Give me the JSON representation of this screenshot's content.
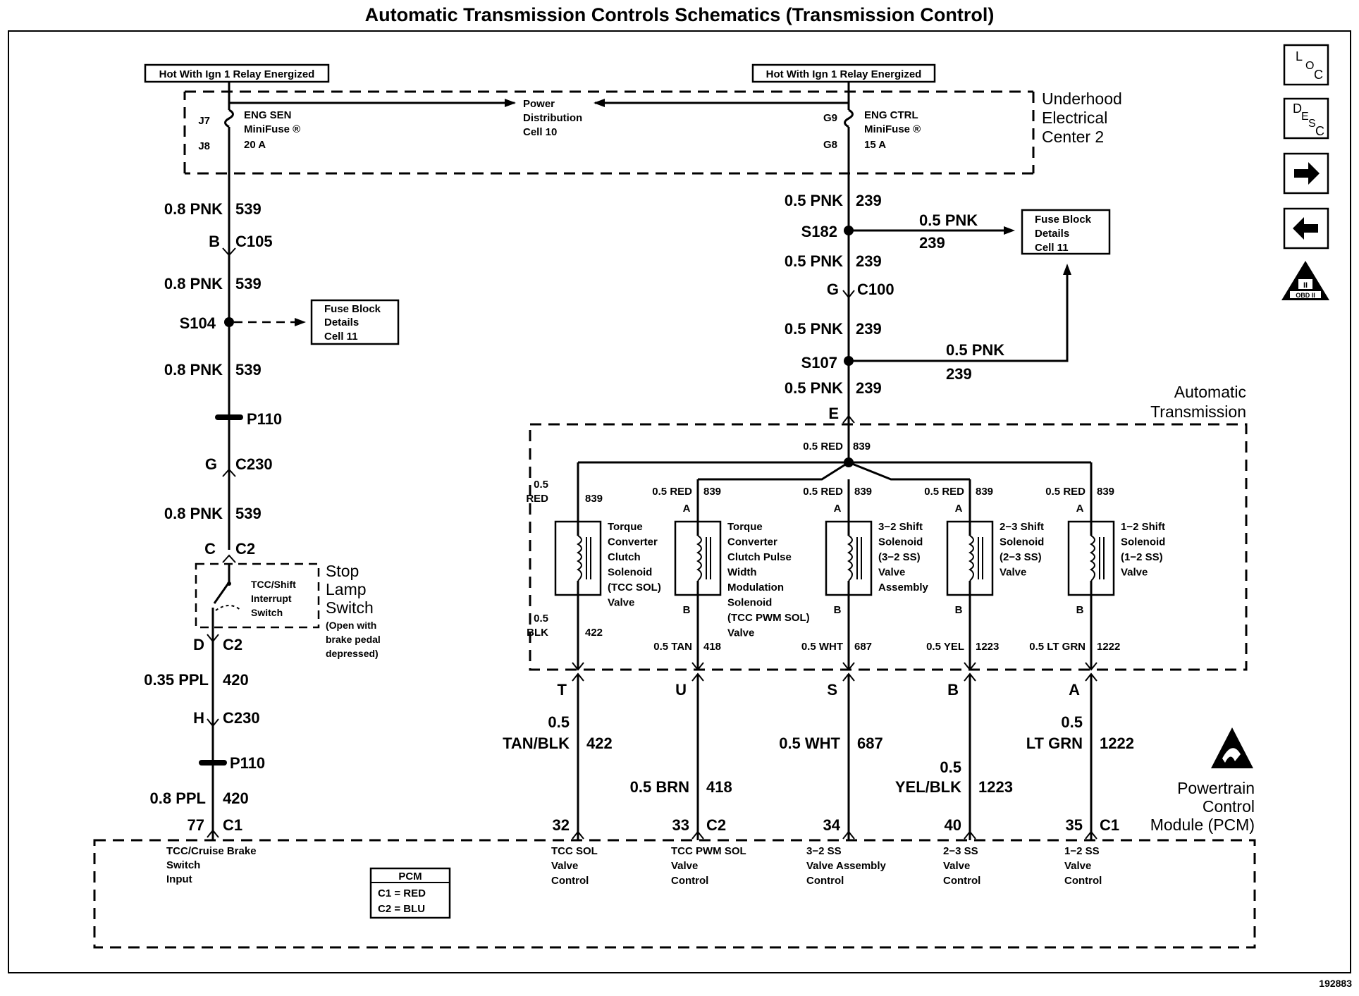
{
  "title": "Automatic Transmission Controls Schematics (Transmission Control)",
  "figure_number": "192883",
  "nav_icons": [
    {
      "name": "loc-icon",
      "top": "L",
      "mid": "O",
      "bot": "C"
    },
    {
      "name": "desc-icon",
      "top": "D",
      "mid": "E",
      "bot2": "S",
      "bot": "C"
    },
    {
      "name": "arrow-right-icon"
    },
    {
      "name": "arrow-left-icon"
    },
    {
      "name": "obd-ii-icon",
      "label": "OBD II"
    }
  ],
  "hot_labels": {
    "left": "Hot With Ign 1 Relay Energized",
    "right": "Hot With Ign 1 Relay Energized"
  },
  "underhood": {
    "line1": "Underhood",
    "line2": "Electrical",
    "line3": "Center 2"
  },
  "power_dist": {
    "l1": "Power",
    "l2": "Distribution",
    "l3": "Cell 10"
  },
  "fuse_left": {
    "pin_top": "J7",
    "pin_bot": "J8",
    "l1": "ENG SEN",
    "l2": "MiniFuse ®",
    "l3": "20 A"
  },
  "fuse_right": {
    "pin_top": "G9",
    "pin_bot": "G8",
    "l1": "ENG CTRL",
    "l2": "MiniFuse ®",
    "l3": "15 A"
  },
  "left_circuit": {
    "w1_color": "0.8 PNK",
    "w1_num": "539",
    "c105_pin": "B",
    "c105": "C105",
    "w2_color": "0.8 PNK",
    "w2_num": "539",
    "s104": "S104",
    "fb1": {
      "l1": "Fuse Block",
      "l2": "Details",
      "l3": "Cell 11"
    },
    "w3_color": "0.8 PNK",
    "w3_num": "539",
    "p110a": "P110",
    "c230a_pin": "G",
    "c230a": "C230",
    "w4_color": "0.8 PNK",
    "w4_num": "539",
    "c2a_pin": "C",
    "c2a": "C2",
    "switch_l1": "TCC/Shift",
    "switch_l2": "Interrupt",
    "switch_l3": "Switch",
    "stop1": "Stop",
    "stop2": "Lamp",
    "stop3": "Switch",
    "stop_note1": "(Open with",
    "stop_note2": "brake pedal",
    "stop_note3": "depressed)",
    "c2b_pin": "D",
    "c2b": "C2",
    "w5_color": "0.35 PPL",
    "w5_num": "420",
    "c230b_pin": "H",
    "c230b": "C230",
    "p110b": "P110",
    "w6_color": "0.8 PPL",
    "w6_num": "420",
    "pcm_pin": "77",
    "pcm_conn": "C1"
  },
  "right_circuit": {
    "w1_color": "0.5 PNK",
    "w1_num": "239",
    "s182": "S182",
    "branch1_color": "0.5 PNK",
    "branch1_num": "239",
    "fb2": {
      "l1": "Fuse Block",
      "l2": "Details",
      "l3": "Cell 11"
    },
    "w2_color": "0.5 PNK",
    "w2_num": "239",
    "c100_pin": "G",
    "c100": "C100",
    "w3_color": "0.5 PNK",
    "w3_num": "239",
    "s107": "S107",
    "branch2_color": "0.5 PNK",
    "branch2_num": "239",
    "w4_color": "0.5 PNK",
    "w4_num": "239",
    "e_pin": "E",
    "at_l1": "Automatic",
    "at_l2": "Transmission",
    "trunk_color": "0.5 RED",
    "trunk_num": "839"
  },
  "solenoids": [
    {
      "top_color": "0.5",
      "top_color2": "RED",
      "top_num": "839",
      "top_pin": "",
      "bot_pin": "",
      "bot_color": "0.5",
      "bot_color2": "BLK",
      "bot_num": "422",
      "label": [
        "Torque",
        "Converter",
        "Clutch",
        "Solenoid",
        "(TCC SOL)",
        "Valve"
      ],
      "conn_pin": "T",
      "ext_color1": "0.5",
      "ext_color2": "TAN/BLK",
      "ext_num": "422",
      "pcm_pin": "32",
      "pcm_conn": "",
      "pcm_label": [
        "TCC SOL",
        "Valve",
        "Control"
      ]
    },
    {
      "top_color": "0.5 RED",
      "top_num": "839",
      "top_pin": "A",
      "bot_pin": "B",
      "bot_color": "0.5 TAN",
      "bot_num": "418",
      "label": [
        "Torque",
        "Converter",
        "Clutch Pulse",
        "Width",
        "Modulation",
        "Solenoid",
        "(TCC PWM SOL)",
        "Valve"
      ],
      "conn_pin": "U",
      "ext_color1": "",
      "ext_color2": "0.5 BRN",
      "ext_num": "418",
      "pcm_pin": "33",
      "pcm_conn": "C2",
      "pcm_label": [
        "TCC PWM SOL",
        "Valve",
        "Control"
      ]
    },
    {
      "top_color": "0.5 RED",
      "top_num": "839",
      "top_pin": "A",
      "bot_pin": "B",
      "bot_color": "0.5 WHT",
      "bot_num": "687",
      "label": [
        "3−2 Shift",
        "Solenoid",
        "(3−2 SS)",
        "Valve",
        "Assembly"
      ],
      "conn_pin": "S",
      "ext_color1": "",
      "ext_color2": "0.5 WHT",
      "ext_num": "687",
      "pcm_pin": "34",
      "pcm_conn": "",
      "pcm_label": [
        "3−2 SS",
        "Valve Assembly",
        "Control"
      ]
    },
    {
      "top_color": "0.5 RED",
      "top_num": "839",
      "top_pin": "A",
      "bot_pin": "B",
      "bot_color": "0.5 YEL",
      "bot_num": "1223",
      "label": [
        "2−3 Shift",
        "Solenoid",
        "(2−3 SS)",
        "Valve"
      ],
      "conn_pin": "B",
      "ext_color1": "0.5",
      "ext_color2": "YEL/BLK",
      "ext_num": "1223",
      "pcm_pin": "40",
      "pcm_conn": "",
      "pcm_label": [
        "2−3 SS",
        "Valve",
        "Control"
      ]
    },
    {
      "top_color": "0.5 RED",
      "top_num": "839",
      "top_pin": "A",
      "bot_pin": "B",
      "bot_color": "0.5 LT GRN",
      "bot_num": "1222",
      "label": [
        "1−2 Shift",
        "Solenoid",
        "(1−2 SS)",
        "Valve"
      ],
      "conn_pin": "A",
      "ext_color1": "0.5",
      "ext_color2": "LT GRN",
      "ext_num": "1222",
      "pcm_pin": "35",
      "pcm_conn": "C1",
      "pcm_label": [
        "1−2 SS",
        "Valve",
        "Control"
      ]
    }
  ],
  "pcm": {
    "title1": "Powertrain",
    "title2": "Control",
    "title3": "Module (PCM)",
    "input_l1": "TCC/Cruise Brake",
    "input_l2": "Switch",
    "input_l3": "Input",
    "legend_title": "PCM",
    "legend_c1": "C1 = RED",
    "legend_c2": "C2 = BLU"
  }
}
